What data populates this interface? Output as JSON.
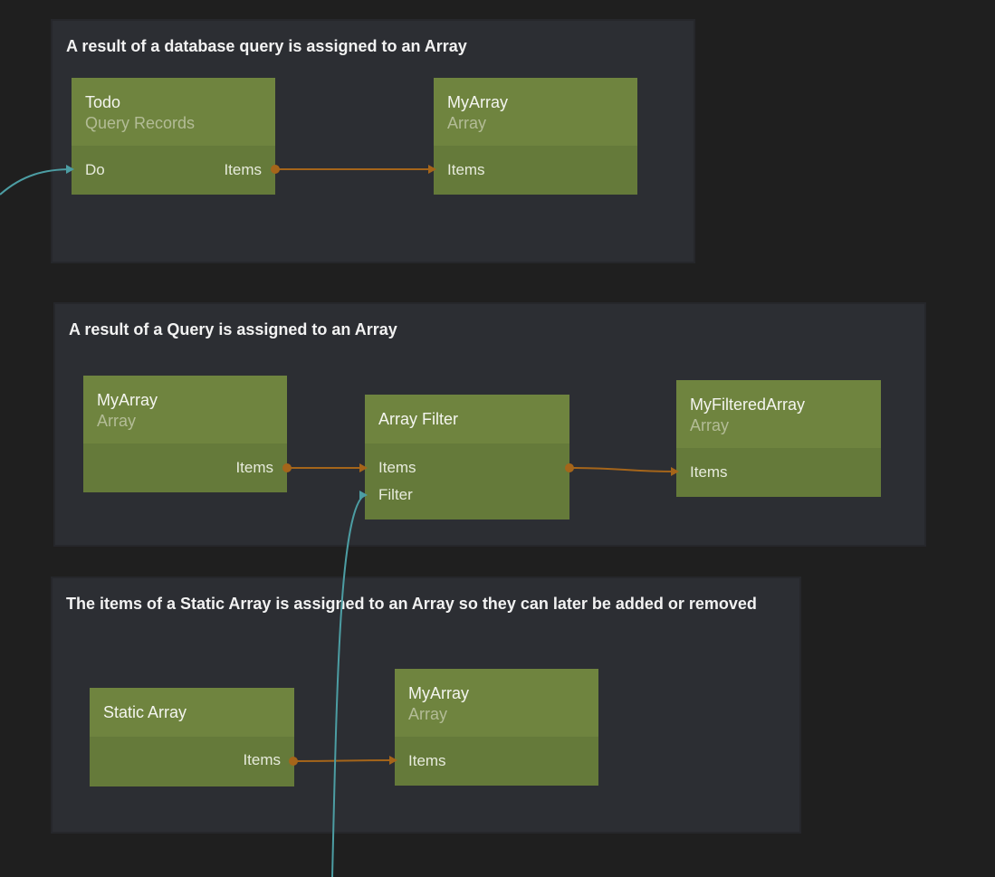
{
  "groups": [
    {
      "title": "A result of a database query is assigned to an Array"
    },
    {
      "title": "A result of a Query is assigned to an Array"
    },
    {
      "title": "The items of a Static Array is assigned to an Array so they can later be added or removed"
    }
  ],
  "nodes": {
    "todo": {
      "title": "Todo",
      "type": "Query Records",
      "in_do": "Do",
      "out_items": "Items"
    },
    "myarray_a": {
      "title": "MyArray",
      "type": "Array",
      "in_items": "Items"
    },
    "myarray_b": {
      "title": "MyArray",
      "type": "Array",
      "out_items": "Items"
    },
    "array_filter": {
      "title": "Array Filter",
      "in_items": "Items",
      "in_filter": "Filter"
    },
    "myfilteredarray": {
      "title": "MyFilteredArray",
      "type": "Array",
      "in_items": "Items"
    },
    "static_array": {
      "title": "Static Array",
      "out_items": "Items"
    },
    "myarray_c": {
      "title": "MyArray",
      "type": "Array",
      "in_items": "Items"
    }
  },
  "colors": {
    "canvas": "#1f1f1f",
    "group": "#2c2e33",
    "node_header": "#6f843f",
    "node_body": "#657a3a",
    "data_wire": "#a5651a",
    "signal_wire": "#4c9da3"
  }
}
